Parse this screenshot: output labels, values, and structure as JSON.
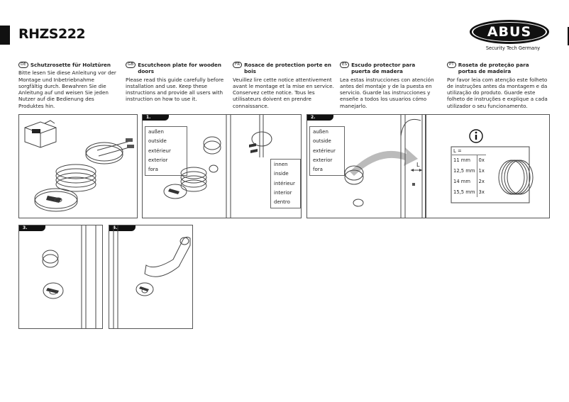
{
  "model": "RHZS222",
  "brand": {
    "logo": "ABUS",
    "tagline": "Security Tech Germany"
  },
  "languages": [
    {
      "code": "DE",
      "title": "Schutzrosette für Holztüren",
      "title2": "",
      "body": "Bitte lesen Sie diese Anleitung vor der Montage und Inbetriebnahme sorgfältig durch. Bewahren Sie die Anleitung auf und weisen Sie jeden Nutzer auf die Bedienung des Produktes hin."
    },
    {
      "code": "GB",
      "title": "Escutcheon plate for wooden doors",
      "title2": "",
      "body": "Please read this guide carefully before installation and use. Keep these instructions and provide all users with instruction on how to use it."
    },
    {
      "code": "FR",
      "title": "Rosace de protection porte en bois",
      "title2": "",
      "body": "Veuillez lire cette notice attentivement avant le montage et la mise en service. Conservez cette notice. Tous les utilisateurs doivent en prendre connaissance."
    },
    {
      "code": "ES",
      "title": "Escudo protector para",
      "title2": "puerta de madera",
      "body": "Lea estas instrucciones con atención antes del montaje y de la puesta en servicio. Guarde las instrucciones y enseñe a todos los usuarios cómo manejarlo."
    },
    {
      "code": "PT",
      "title": "Roseta de proteção para",
      "title2": "portas de madeira",
      "body": "Por favor leia com atenção este folheto de instruções antes da montagem e da utilização do produto. Guarde este folheto de instruções e explique a cada utilizador o seu funcionamento."
    }
  ],
  "steps": {
    "s1": "1.",
    "s2": "2.",
    "s3": "3.",
    "s4": "4."
  },
  "outside_labels": [
    "außen",
    "outside",
    "extérieur",
    "exterior",
    "fora"
  ],
  "inside_labels": [
    "innen",
    "inside",
    "intérieur",
    "interior",
    "dentro"
  ],
  "length_marker": "L",
  "table": {
    "header": "L =",
    "rows": [
      {
        "length": "11 mm",
        "count": "0x"
      },
      {
        "length": "12,5 mm",
        "count": "1x"
      },
      {
        "length": "14 mm",
        "count": "2x"
      },
      {
        "length": "15,5 mm",
        "count": "3x"
      }
    ]
  },
  "icons": {
    "info": "info-icon",
    "arrow": "right-arrow-icon",
    "package": "package-icon"
  }
}
